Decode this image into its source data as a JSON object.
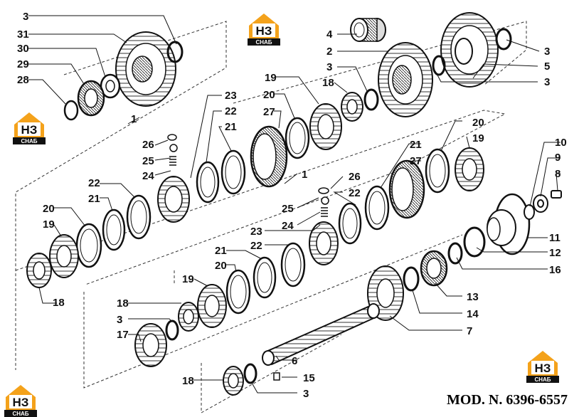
{
  "model_text": "MOD. N. 6396-6557",
  "logo": {
    "letters": "НЗ",
    "sub": "СНАБ",
    "color": "#f4a21b"
  },
  "labels": [
    "3",
    "31",
    "30",
    "29",
    "28",
    "1",
    "4",
    "2",
    "3",
    "18",
    "3",
    "5",
    "3",
    "19",
    "20",
    "27",
    "23",
    "22",
    "21",
    "26",
    "25",
    "24",
    "22",
    "21",
    "20",
    "19",
    "18",
    "20",
    "19",
    "10",
    "9",
    "8",
    "21",
    "27",
    "26",
    "22",
    "1",
    "25",
    "24",
    "23",
    "22",
    "21",
    "20",
    "19",
    "11",
    "12",
    "16",
    "18",
    "3",
    "17",
    "13",
    "14",
    "7",
    "6",
    "15",
    "18",
    "3"
  ]
}
